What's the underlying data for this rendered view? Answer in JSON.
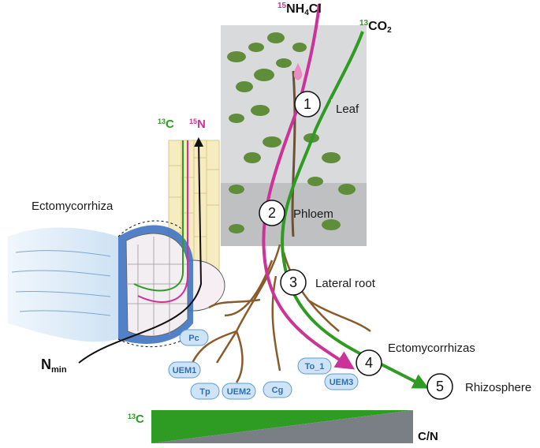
{
  "isotopes_top": {
    "n_mass": "15",
    "n_formula": "NH4Cl",
    "n_formula_main": "NH",
    "n_formula_sub": "4",
    "n_formula_end": "Cl",
    "c_mass": "13",
    "c_formula": "CO2",
    "c_formula_main": "CO",
    "c_formula_sub": "2"
  },
  "root_isotopes": {
    "c_mass": "13",
    "c_symbol": "C",
    "n_mass": "15",
    "n_symbol": "N"
  },
  "steps": [
    {
      "number": "1",
      "label": "Leaf"
    },
    {
      "number": "2",
      "label": "Phloem"
    },
    {
      "number": "3",
      "label": "Lateral root"
    },
    {
      "number": "4",
      "label": "Ectomycorrhizas"
    },
    {
      "number": "5",
      "label": "Rhizosphere"
    }
  ],
  "ectomycorrhiza_label": "Ectomycorrhiza",
  "nmin": {
    "main": "N",
    "sub": "min"
  },
  "fungi_tags": [
    "Pc",
    "UEM1",
    "Tp",
    "UEM2",
    "Cg",
    "To_1",
    "UEM3"
  ],
  "gradient": {
    "c_mass": "13",
    "c_symbol": "C",
    "cn_label": "C/N"
  },
  "colors": {
    "magenta": "#cc3399",
    "green": "#2e9b22",
    "root_brown": "#8b5a2b",
    "pill_fill": "#cfe3f7",
    "pill_stroke": "#5b9bd5",
    "gradient_green": "#2e9b22",
    "gradient_grey": "#7a7f85"
  }
}
